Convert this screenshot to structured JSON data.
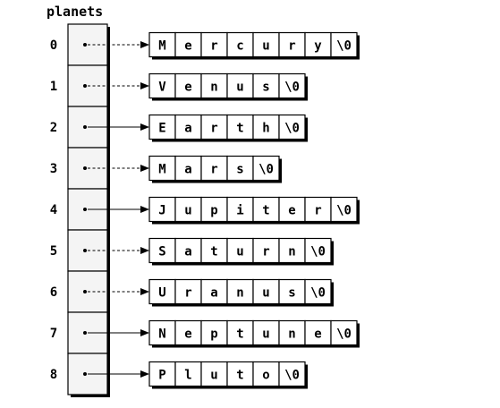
{
  "title": "planets",
  "planets": [
    {
      "index": "0",
      "chars": [
        "M",
        "e",
        "r",
        "c",
        "u",
        "r",
        "y",
        "\\0"
      ],
      "dashed": true
    },
    {
      "index": "1",
      "chars": [
        "V",
        "e",
        "n",
        "u",
        "s",
        "\\0"
      ],
      "dashed": true
    },
    {
      "index": "2",
      "chars": [
        "E",
        "a",
        "r",
        "t",
        "h",
        "\\0"
      ],
      "dashed": false
    },
    {
      "index": "3",
      "chars": [
        "M",
        "a",
        "r",
        "s",
        "\\0"
      ],
      "dashed": true
    },
    {
      "index": "4",
      "chars": [
        "J",
        "u",
        "p",
        "i",
        "t",
        "e",
        "r",
        "\\0"
      ],
      "dashed": false
    },
    {
      "index": "5",
      "chars": [
        "S",
        "a",
        "t",
        "u",
        "r",
        "n",
        "\\0"
      ],
      "dashed": true
    },
    {
      "index": "6",
      "chars": [
        "U",
        "r",
        "a",
        "n",
        "u",
        "s",
        "\\0"
      ],
      "dashed": true
    },
    {
      "index": "7",
      "chars": [
        "N",
        "e",
        "p",
        "t",
        "u",
        "n",
        "e",
        "\\0"
      ],
      "dashed": false
    },
    {
      "index": "8",
      "chars": [
        "P",
        "l",
        "u",
        "t",
        "o",
        "\\0"
      ],
      "dashed": false
    }
  ]
}
